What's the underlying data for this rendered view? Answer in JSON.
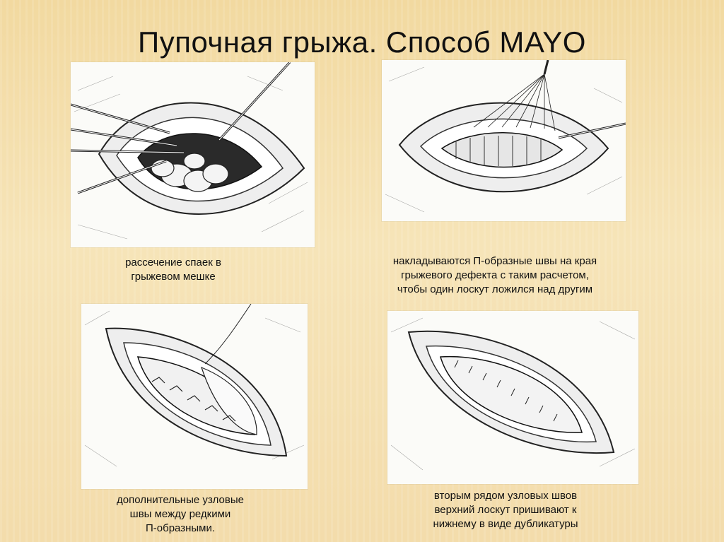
{
  "title": "Пупочная грыжа.  Способ MAYO",
  "panels": [
    {
      "caption": [
        "рассечение спаек в",
        "грыжевом мешке"
      ]
    },
    {
      "caption": [
        "накладываются П-образные швы на края",
        "грыжевого дефекта с таким расчетом,",
        "чтобы один лоскут ложился над другим"
      ]
    },
    {
      "caption": [
        "дополнительные узловые",
        "швы между редкими",
        "П-образными."
      ]
    },
    {
      "caption": [
        "вторым рядом узловых швов",
        "верхний лоскут пришивают к",
        "нижнему в виде дубликатуры"
      ]
    }
  ]
}
